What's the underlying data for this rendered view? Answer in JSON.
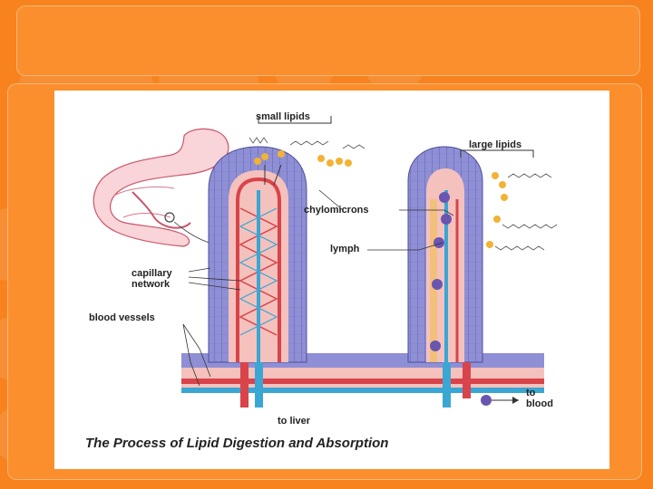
{
  "slide": {
    "caption": "The Process of Lipid Digestion and Absorption"
  },
  "labels": {
    "small_lipids": "small lipids",
    "large_lipids": "large lipids",
    "chylomicrons": "chylomicrons",
    "lymph": "lymph",
    "capillary_network_line1": "capillary",
    "capillary_network_line2": "network",
    "blood_vessels": "blood vessels",
    "to_liver": "to liver",
    "to_blood_line1": "to",
    "to_blood_line2": "blood"
  },
  "colors": {
    "background": "#f7821e",
    "villus_epithelium": "#8f8fd6",
    "villus_core": "#f4c1bd",
    "capillary_red": "#d9434a",
    "lymph_blue": "#3aa6d3",
    "lipid_yellow": "#f2b233",
    "chylomicron_purple": "#6a55b0"
  }
}
